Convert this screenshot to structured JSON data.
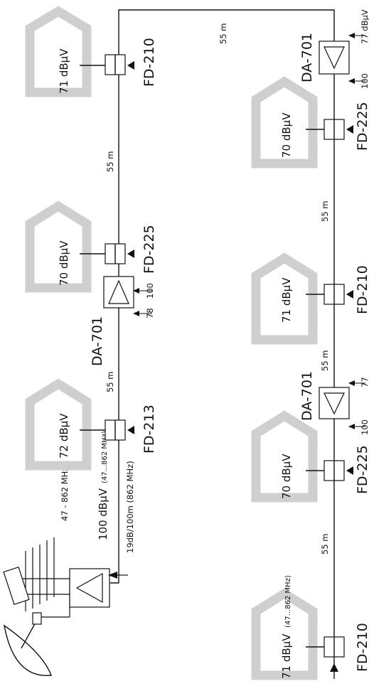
{
  "houses": [
    {
      "id": "h1",
      "level": "71 dBµV"
    },
    {
      "id": "h2",
      "level": "70 dBµV"
    },
    {
      "id": "h3",
      "level": "72 dBµV"
    },
    {
      "id": "h4",
      "level": "70 dBµV"
    },
    {
      "id": "h5",
      "level": "71 dBµV"
    },
    {
      "id": "h6",
      "level": "70 dBµV"
    },
    {
      "id": "h7",
      "level": "71 dBµV",
      "level_note": "(47...862 MHz)"
    }
  ],
  "taps": {
    "t1": "FD-210",
    "t2": "FD-225",
    "t3": "FD-213",
    "t4": "FD-225",
    "t5": "FD-210",
    "t6": "FD-225",
    "t7": "FD-210"
  },
  "amplifiers": {
    "a1": {
      "model": "DA-701",
      "out": "100",
      "in": "78"
    },
    "a2": {
      "model": "DA-701",
      "out": "100",
      "in": "77"
    },
    "a3": {
      "model": "DA-701",
      "out": "100",
      "in": "77 dBµV"
    }
  },
  "distances": {
    "d1": "55 m",
    "d2": "55 m",
    "d3": "55 m",
    "d4": "55 m",
    "d5": "55 m",
    "d6": "55 m"
  },
  "headend": {
    "band": "47 - 862 MHz",
    "output_level": "100 dBµV",
    "output_level_note": "(47...862 MHz)",
    "cable_loss": "19dB/100m (862 MHz)"
  }
}
